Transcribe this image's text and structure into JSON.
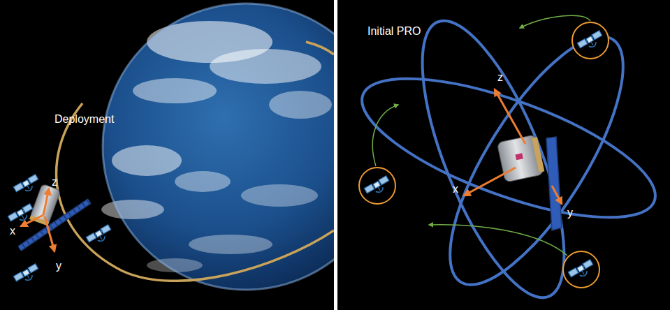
{
  "diagram": {
    "labels": [
      "Deployment",
      "z",
      "x",
      "y",
      "Initial PRO",
      "z",
      "x",
      "y"
    ]
  }
}
